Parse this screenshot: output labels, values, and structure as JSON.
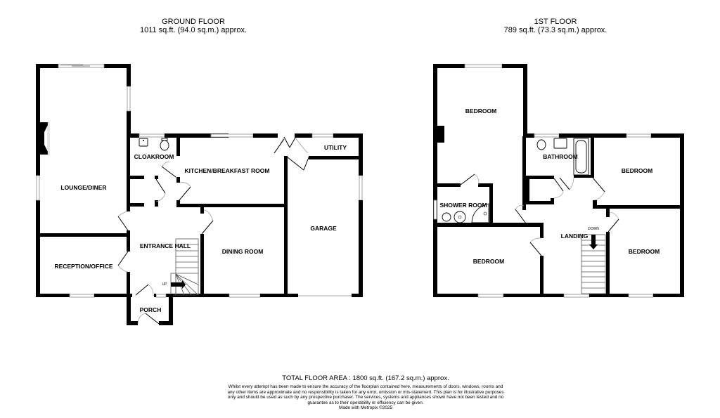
{
  "ground_floor": {
    "title": "GROUND FLOOR",
    "area": "1011 sq.ft. (94.0 sq.m.) approx.",
    "rooms": {
      "lounge_diner": "LOUNGE/DINER",
      "cloakroom": "CLOAKROOM",
      "kitchen": "KITCHEN/BREAKFAST ROOM",
      "utility": "UTILITY",
      "garage": "GARAGE",
      "reception": "RECEPTION/OFFICE",
      "entrance_hall": "ENTRANCE HALL",
      "dining_room": "DINING ROOM",
      "porch": "PORCH"
    },
    "stairs_label": "UP"
  },
  "first_floor": {
    "title": "1ST FLOOR",
    "area": "789 sq.ft. (73.3 sq.m.) approx.",
    "rooms": {
      "bedroom_1": "BEDROOM",
      "bathroom": "BATHROOM",
      "bedroom_2": "BEDROOM",
      "shower_room": "SHOWER ROOM",
      "landing": "LANDING",
      "bedroom_3": "BEDROOM",
      "bedroom_4": "BEDROOM"
    },
    "stairs_label": "DOWN"
  },
  "footer": {
    "total_area": "TOTAL FLOOR AREA : 1800 sq.ft. (167.2 sq.m.) approx.",
    "disclaimer": "Whilst every attempt has been made to ensure the accuracy of the floorplan contained here, measurements of doors, windows, rooms and any other items are approximate and no responsibility is taken for any error, omission or mis-statement. This plan is for illustrative purposes only and should be used as such by any prospective purchaser. The services, systems and appliances shown have not been tested and no guarantee as to their operability or efficiency can be given.",
    "credit": "Made with Metropix ©2025"
  },
  "colors": {
    "wall": "#000000",
    "background": "#ffffff",
    "window_frame": "#888888"
  }
}
